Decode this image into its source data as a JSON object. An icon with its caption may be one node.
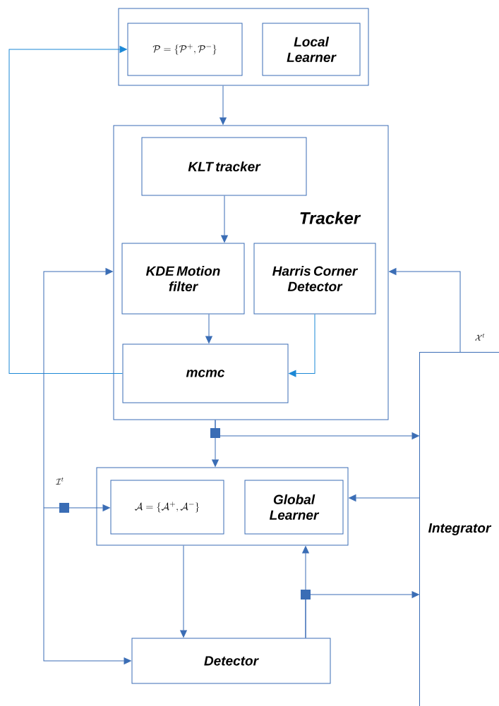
{
  "diagram": {
    "nodes": [
      {
        "text": [],
        "shape": "box"
      },
      {
        "text": [
          "\\mathcal{P}=\\{\\mathcal{P}^+,\\mathcal{P}^-\\}"
        ],
        "in": 0
      },
      {
        "text": [
          "Local Learner"
        ],
        "in": 0
      },
      {
        "text": [
          "Tracker"
        ]
      },
      {
        "text": [
          "KLT tracker"
        ],
        "in": 3
      },
      {
        "text": [
          "KDE Motion filter"
        ],
        "in": 3
      },
      {
        "text": [
          "Harris Corner Detector"
        ],
        "in": 3
      },
      {
        "text": [
          "mcmc"
        ],
        "in": 3
      },
      {
        "text": [],
        "shape": "box"
      },
      {
        "text": [
          "\\mathcal{A}=\\{\\mathcal{A}^+,\\mathcal{A}^-\\}"
        ],
        "in": 8
      },
      {
        "text": [
          "Global Learner"
        ],
        "in": 8
      },
      {
        "text": [
          "Integrator"
        ]
      },
      {
        "text": [
          "Detector"
        ]
      }
    ],
    "edges": [
      {
        "from": 0,
        "to": 3,
        "arrow": "to"
      },
      {
        "from": 4,
        "to": 5,
        "arrow": "to"
      },
      {
        "from": 5,
        "to": 7,
        "arrow": "to"
      },
      {
        "from": 6,
        "to": 7,
        "arrow": "to",
        "color": "#1b88d6"
      },
      {
        "from": 7,
        "to": 1,
        "arrow": "to",
        "color": "#1b88d6"
      },
      {
        "from": 3,
        "to": 8,
        "arrow": "to"
      },
      {
        "from": 3,
        "to": 11,
        "arrow": "to"
      },
      {
        "from": 11,
        "to": 3,
        "arrow": "to",
        "label": "\\mathcal{X}^t"
      },
      {
        "from": 11,
        "to": 8,
        "arrow": "to"
      },
      {
        "from": null,
        "to": 3,
        "arrow": "to"
      },
      {
        "from": null,
        "to": 9,
        "arrow": "to",
        "label": "\\mathcal{I}^t"
      },
      {
        "from": null,
        "to": 12,
        "arrow": "to"
      },
      {
        "from": 8,
        "to": 12,
        "arrow": "to"
      },
      {
        "from": 12,
        "to": 8,
        "arrow": "to"
      },
      {
        "from": 12,
        "to": 11,
        "arrow": "to"
      }
    ]
  }
}
